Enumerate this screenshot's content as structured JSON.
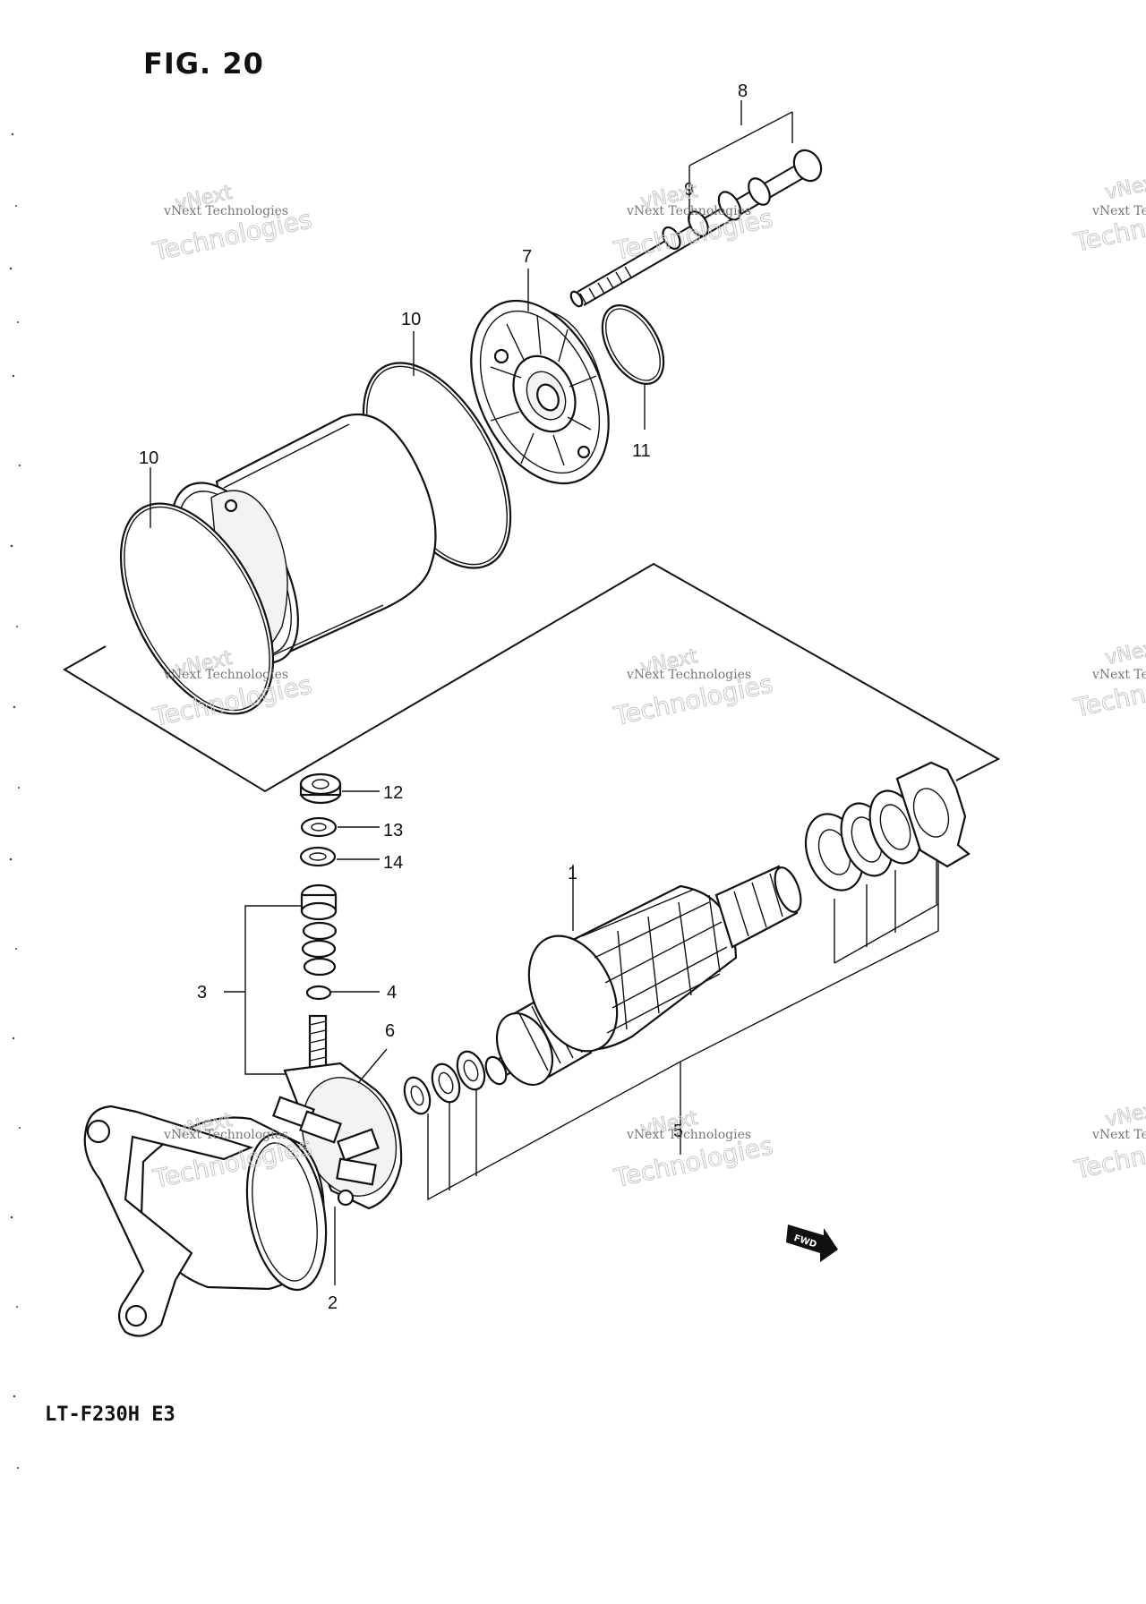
{
  "figure_title": "FIG. 20",
  "model_code": "LT-F230H E3",
  "fwd_label": "FWD",
  "watermark": {
    "line1": "vNext",
    "line2": "vNext Technologies",
    "line3": "Technologies"
  },
  "callouts": {
    "p1": "1",
    "p2": "2",
    "p3": "3",
    "p4": "4",
    "p5": "5",
    "p6": "6",
    "p7": "7",
    "p8": "8",
    "p9": "9",
    "p10a": "10",
    "p10b": "10",
    "p11": "11",
    "p12": "12",
    "p13": "13",
    "p14": "14"
  },
  "colors": {
    "ink": "#111111",
    "watermark": "#777777",
    "background": "#ffffff"
  }
}
